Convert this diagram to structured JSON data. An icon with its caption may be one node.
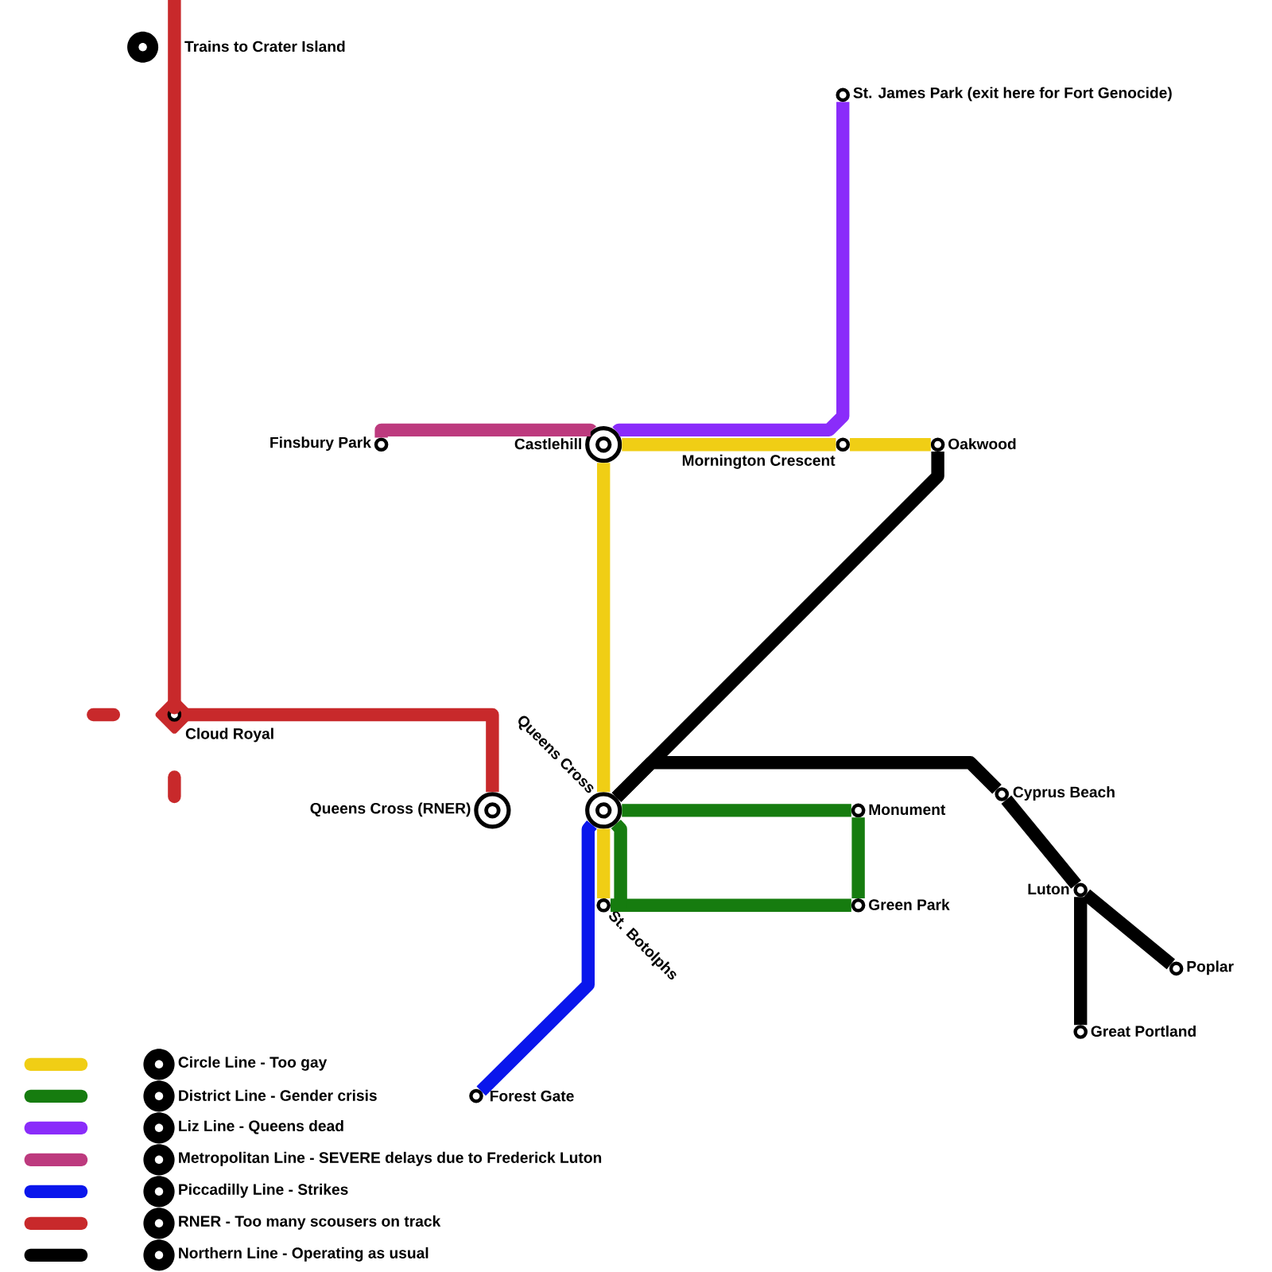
{
  "diagram": {
    "nodes": [
      {
        "text": [
          "Trains to Crater Island"
        ]
      },
      {
        "text": [
          "St. James Park (exit here for Fort Genocide)"
        ]
      },
      {
        "text": [
          "Finsbury Park"
        ]
      },
      {
        "text": [
          "Castlehill"
        ]
      },
      {
        "text": [
          "Mornington Crescent"
        ]
      },
      {
        "text": [
          "Oakwood"
        ]
      },
      {
        "text": [
          "Cloud Royal"
        ]
      },
      {
        "text": [
          "Queens Cross (RNER)"
        ]
      },
      {
        "text": [
          "Queens Cross"
        ]
      },
      {
        "text": [
          "Monument"
        ]
      },
      {
        "text": [
          "Cyprus Beach"
        ]
      },
      {
        "text": [
          "Luton"
        ]
      },
      {
        "text": [
          "St. Botolphs"
        ]
      },
      {
        "text": [
          "Green Park"
        ]
      },
      {
        "text": [
          "Poplar"
        ]
      },
      {
        "text": [
          "Great Portland"
        ]
      },
      {
        "text": [
          "Forest Gate"
        ]
      }
    ],
    "edges": [
      {
        "from": null,
        "to": 6,
        "arrow": "none",
        "color": "#c8292b"
      },
      {
        "from": 6,
        "to": 7,
        "arrow": "none",
        "color": "#c8292b"
      },
      {
        "from": 2,
        "to": 3,
        "arrow": "none",
        "color": "#bd3a7e"
      },
      {
        "from": 3,
        "to": 1,
        "arrow": "none",
        "color": "#8a2cfa"
      },
      {
        "from": 3,
        "to": 4,
        "arrow": "none",
        "color": "#f0ce15"
      },
      {
        "from": 4,
        "to": 5,
        "arrow": "none",
        "color": "#f0ce15"
      },
      {
        "from": 3,
        "to": 8,
        "arrow": "none",
        "color": "#f0ce15"
      },
      {
        "from": 8,
        "to": 12,
        "arrow": "none",
        "color": "#f0ce15"
      },
      {
        "from": 8,
        "to": 9,
        "arrow": "none",
        "color": "#167c0f"
      },
      {
        "from": 9,
        "to": 13,
        "arrow": "none",
        "color": "#167c0f"
      },
      {
        "from": 13,
        "to": 12,
        "arrow": "none",
        "color": "#167c0f"
      },
      {
        "from": 12,
        "to": 8,
        "arrow": "none",
        "color": "#167c0f"
      },
      {
        "from": 8,
        "to": 16,
        "arrow": "none",
        "color": "#0a16ec"
      },
      {
        "from": 5,
        "to": 8,
        "arrow": "none"
      },
      {
        "from": 8,
        "to": 10,
        "arrow": "none"
      },
      {
        "from": 10,
        "to": 11,
        "arrow": "none"
      },
      {
        "from": 11,
        "to": 14,
        "arrow": "none"
      },
      {
        "from": 11,
        "to": 15,
        "arrow": "none"
      }
    ],
    "legend": [
      {
        "text": "Circle Line - Too gay",
        "color": "#f0ce15"
      },
      {
        "text": "District Line - Gender crisis",
        "color": "#167c0f"
      },
      {
        "text": "Liz Line - Queens dead",
        "color": "#8a2cfa"
      },
      {
        "text": "Metropolitan Line - SEVERE delays due to Frederick Luton",
        "color": "#bd3a7e"
      },
      {
        "text": "Piccadilly Line - Strikes",
        "color": "#0a16ec"
      },
      {
        "text": "RNER - Too many scousers on track",
        "color": "#c8292b"
      },
      {
        "text": "Northern Line - Operating as usual",
        "color": "#000000"
      }
    ]
  }
}
